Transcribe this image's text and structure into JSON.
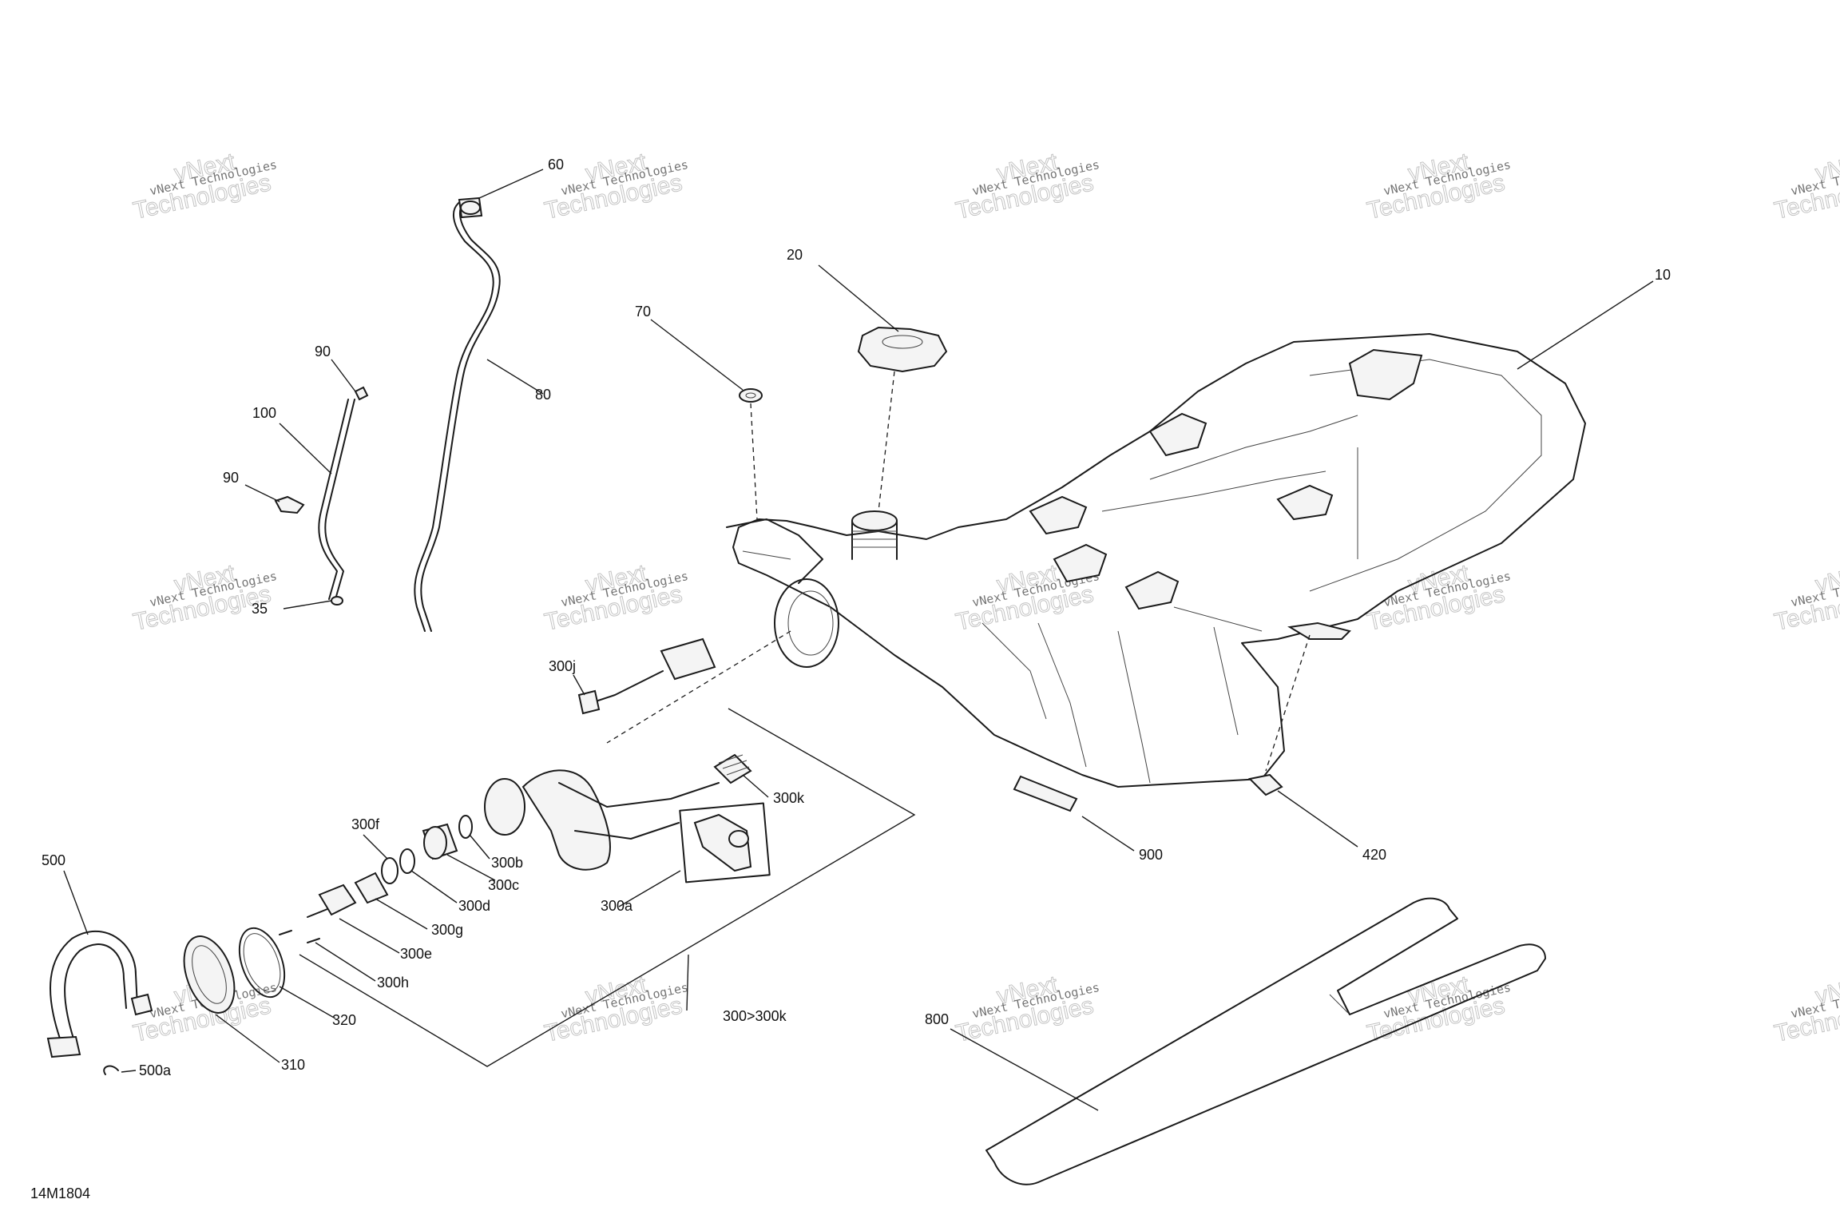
{
  "drawing_id": "14M1804",
  "watermark": {
    "line1": "vNext Technologies",
    "line2": "Technologies",
    "badge": "vNext"
  },
  "callouts": {
    "c10": "10",
    "c20": "20",
    "c35": "35",
    "c60": "60",
    "c70": "70",
    "c80": "80",
    "c90a": "90",
    "c90b": "90",
    "c100": "100",
    "c300j": "300j",
    "c300k": "300k",
    "c300f": "300f",
    "c300b": "300b",
    "c300c": "300c",
    "c300d": "300d",
    "c300a": "300a",
    "c300g": "300g",
    "c300e": "300e",
    "c300h": "300h",
    "c300range": "300>300k",
    "c320": "320",
    "c310": "310",
    "c500": "500",
    "c500a": "500a",
    "c420": "420",
    "c900": "900",
    "c800": "800"
  }
}
